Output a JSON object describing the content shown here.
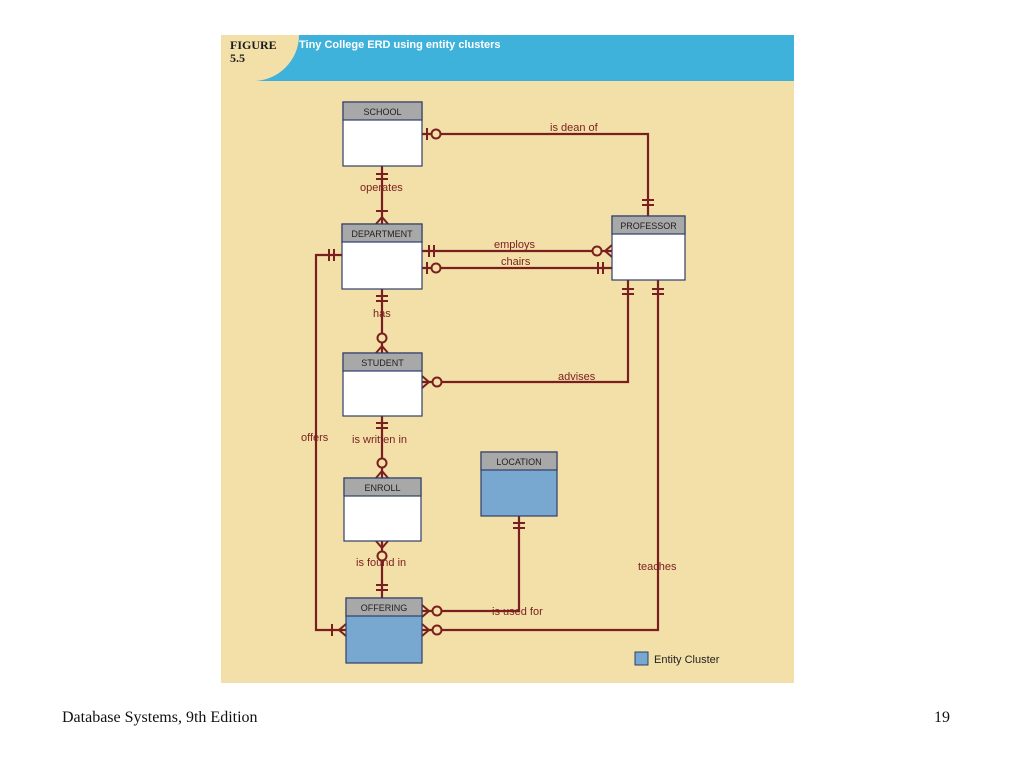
{
  "figure": {
    "label_line1": "FIGURE",
    "label_line2": "5.5",
    "title": "Tiny College ERD using entity clusters"
  },
  "entities": {
    "school": "SCHOOL",
    "professor": "PROFESSOR",
    "department": "DEPARTMENT",
    "student": "STUDENT",
    "location": "LOCATION",
    "enroll": "ENROLL",
    "offering": "OFFERING"
  },
  "relationships": {
    "is_dean_of": "is dean of",
    "operates": "operates",
    "employs": "employs",
    "chairs": "chairs",
    "has": "has",
    "advises": "advises",
    "offers": "offers",
    "is_written_in": "is written in",
    "is_found_in": "is found in",
    "is_used_for": "is used for",
    "teaches": "teaches"
  },
  "legend": {
    "label": "Entity Cluster"
  },
  "colors": {
    "background": "#f3e0a8",
    "header": "#3fb2dc",
    "line": "#7a1f1f",
    "entity_header": "#a8a8a8",
    "entity_border": "#2e3e6b",
    "cluster_fill": "#78a7d0"
  },
  "footer": {
    "left": "Database Systems, 9th Edition",
    "right": "19"
  }
}
